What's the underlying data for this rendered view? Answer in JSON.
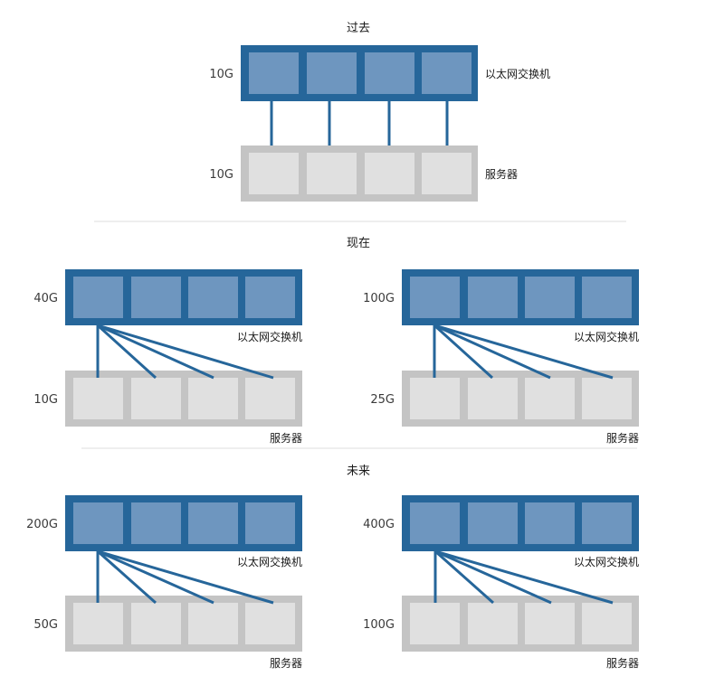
{
  "sections": {
    "past": "过去",
    "now": "现在",
    "future": "未来"
  },
  "labels": {
    "switch": "以太网交换机",
    "server": "服务器"
  },
  "speeds": {
    "past": {
      "switch": "10G",
      "server": "10G"
    },
    "now_left": {
      "switch": "40G",
      "server": "10G"
    },
    "now_right": {
      "switch": "100G",
      "server": "25G"
    },
    "future_left": {
      "switch": "200G",
      "server": "50G"
    },
    "future_right": {
      "switch": "400G",
      "server": "100G"
    }
  },
  "colors": {
    "switch_frame": "#26669a",
    "switch_port": "#6e96bf",
    "server_frame": "#c4c4c4",
    "server_port": "#e0e0e0",
    "link": "#26669a",
    "divider": "#dddddd"
  }
}
